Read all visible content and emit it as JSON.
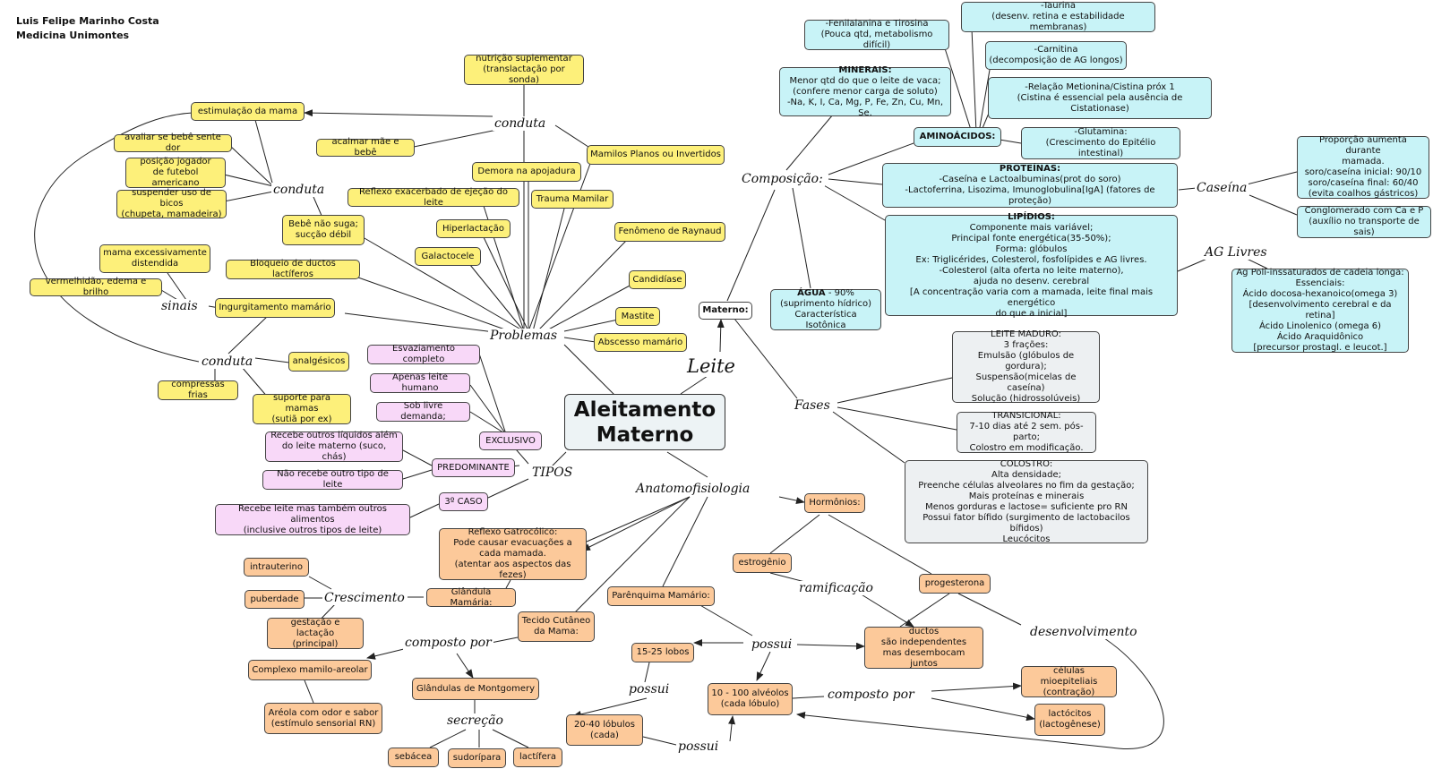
{
  "author": {
    "name": "Luis Felipe Marinho Costa",
    "school": "Medicina Unimontes"
  },
  "center": "Aleitamento\nMaterno",
  "labels": {
    "leite": "Leite",
    "composicao": "Composição:",
    "fases": "Fases",
    "caseina": "Caseína",
    "ag_livres": "AG Livres",
    "problemas": "Problemas",
    "conduta_top": "conduta",
    "conduta_mid": "conduta",
    "conduta_low": "conduta",
    "sinais": "sinais",
    "tipos": "TIPOS",
    "anatomofisiologia": "Anatomofisiologia",
    "crescimento": "Crescimento",
    "composto_por_1": "composto por",
    "secrecao": "secreção",
    "ramificacao": "ramificação",
    "desenvolvimento": "desenvolvimento",
    "possui_1": "possui",
    "possui_2": "possui",
    "possui_3": "possui",
    "composto_por_2": "composto por"
  },
  "nodes": {
    "materno": "Materno:",
    "fenil": "-Fenilalanina e Tirosina\n(Pouca qtd, metabolismo difícil)",
    "taurina": "-Taurina\n(desenv. retina e estabilidade membranas)",
    "carnitina": "-Carnitina\n(decomposição de AG longos)",
    "minerais_title": "MINERAIS:",
    "minerais": "Menor qtd do que o leite de vaca;\n(confere menor carga de soluto)\n-Na, K, I, Ca, Mg, P, Fe, Zn, Cu, Mn, Se.",
    "relacao": "-Relação Metionina/Cistina próx 1\n(Cistina é essencial pela ausência de Cistationase)",
    "aminoacidos": "AMINOÁCIDOS:",
    "glutamina": "-Glutamina:\n(Crescimento do Epitélio intestinal)",
    "proporcao": "Proporção aumenta durante\nmamada.\nsoro/caseína inicial: 90/10\nsoro/caseína final: 60/40\n(evita coalhos gástricos)",
    "proteinas_title": "PROTEÍNAS:",
    "proteinas": "-Caseína e Lactoalbuminas(prot do soro)\n-Lactoferrina, Lisozima, Imunoglobulina[IgA] (fatores de proteção)",
    "conglomerado": "Conglomerado com Ca e P\n(auxílio no transporte de sais)",
    "lipidios_title": "LIPÍDIOS:",
    "lipidios": "Componente mais variável;\nPrincipal fonte energética(35-50%);\nForma: glóbulos\nEx: Triglicérides, Colesterol, fosfolípides e AG livres.\n-Colesterol (alta oferta no leite materno),\najuda no desenv. cerebral\n[A concentração varia com a mamada, leite final mais energético\ndo que a inicial]",
    "ag_poli": "Ag Poli-inssaturados de cadeia longa:\nEssenciais:\nÁcido docosa-hexanoico(omega 3)\n[desenvolvimento cerebral e da retina]\nÁcido Linolenico (omega 6)\nÁcido Araquidônico\n[precursor prostagl. e leucot.]",
    "agua_title": "ÁGUA",
    "agua": " - 90%\n(suprimento hídrico)\nCaracterística Isotônica",
    "leite_maduro": "LEITE MADURO:\n3 frações:\nEmulsão (glóbulos de gordura);\nSuspensão(micelas de caseína)\nSolução (hidrossolúveis)",
    "transicional": "TRANSICIONAL:\n7-10 dias até 2 sem. pós-parto;\nColostro em modificação.",
    "colostro": "COLOSTRO:\nAlta densidade;\nPreenche células alveolares no fim da gestação;\nMais proteínas e minerais\nMenos gorduras e lactose= suficiente pro RN\nPossui fator bífido (surgimento de lactobacilos bífidos)\nLeucócitos",
    "nutricao": "nutrição suplementar\n(translactação por sonda)",
    "estimulacao": "estimulação da mama",
    "avaliar": "avaliar se bebê sente dor",
    "posicao": "posição jogador\nde futebol americano",
    "suspender": "suspender uso de bicos\n(chupeta, mamadeira)",
    "acalmar": "acalmar mãe e bebê",
    "mamilos_planos": "Mamilos Planos ou Invertidos",
    "demora": "Demora na apojadura",
    "reflexo_exacerbado": "Reflexo exacerbado de ejeção do leite",
    "trauma": "Trauma Mamilar",
    "bebe_nao_suga": "Bebê não  suga;\nsucção débil",
    "hiperlactacao": "Hiperlactação",
    "raynaud": "Fenômeno de Raynaud",
    "galactocele": "Galactocele",
    "mama_distendida": "mama excessivamente\ndistendida",
    "bloqueio": "Bloqueio de ductos lactíferos",
    "candidiase": "Candidíase",
    "vermelhidao": "vermelhidão, edema e brilho",
    "ingurgitamento": "Ingurgitamento mamário",
    "mastite": "Mastite",
    "abscesso": "Abscesso mamário",
    "analgesicos": "analgésicos",
    "compressas": "compressas frias",
    "suporte": "suporte para mamas\n(sutiã por ex)",
    "esvaziamento": "Esvaziamento completo",
    "apenas_leite": "Apenas leite humano",
    "livre_demanda": "Sob livre demanda;",
    "exclusivo": "EXCLUSIVO",
    "recebe_liquidos": "Recebe outros líquidos além\ndo leite materno (suco, chás)",
    "predominante": "PREDOMINANTE",
    "nao_recebe": "Não recebe outro tipo de leite",
    "terceiro_caso": "3º CASO",
    "recebe_alimentos": "Recebe leite mas também outros alimentos\n(inclusive outros tipos de leite)",
    "hormonios": "Hormônios:",
    "reflexo_gastro": "Reflexo Gatrocólico:\nPode causar evacuações a\ncada mamada.\n(atentar aos aspectos das fezes)",
    "estrogenio": "estrogênio",
    "progesterona": "progesterona",
    "intrauterino": "intrauterino",
    "glandula": "Glândula Mamária:",
    "puberdade": "puberdade",
    "gestacao": "gestação e lactação\n(principal)",
    "tecido": "Tecido Cutâneo\nda Mama:",
    "parenquima": "Parênquima Mamário:",
    "ductos": "ductos\nsão independentes\nmas desembocam juntos",
    "complexo": "Complexo mamilo-areolar",
    "montgomery": "Glândulas de Montgomery",
    "lobos": "15-25 lobos",
    "areola": "Aréola com odor e sabor\n(estímulo sensorial RN)",
    "celulas_mioep": "células mioepiteliais\n(contração)",
    "alveolos": "10 - 100 alvéolos\n(cada lóbulo)",
    "lactocitos": "lactócitos\n(lactogênese)",
    "lobulos": "20-40 lóbulos\n(cada)",
    "sebacea": "sebácea",
    "sudoripara": "sudorípara",
    "lactifera": "lactífera"
  }
}
